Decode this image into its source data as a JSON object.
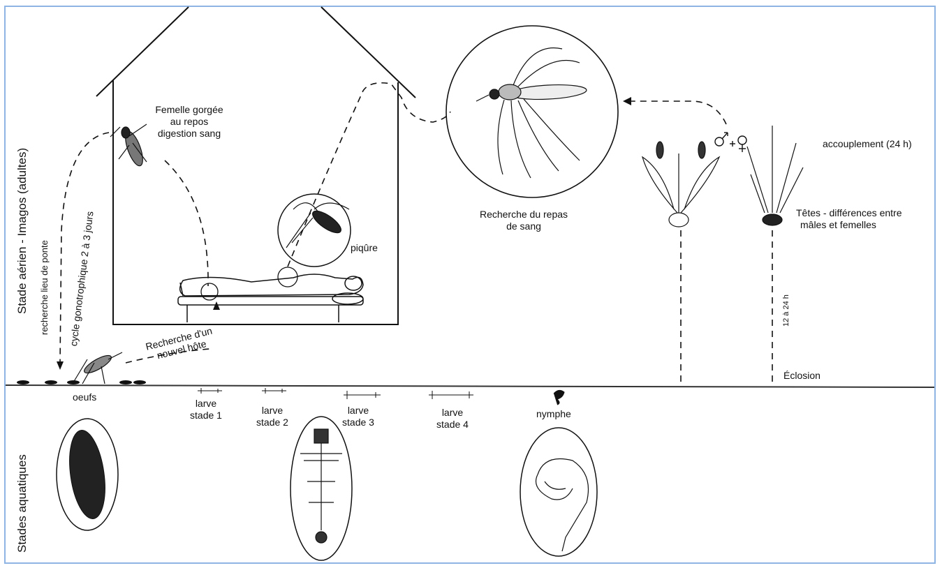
{
  "labels": {
    "air_stage": "Stade aérien - Imagos (adultes)",
    "aquatic_stage": "Stades aquatiques",
    "search_laying": "recherche lieu de ponte",
    "gono_cycle": "cycle gonotrophique  2 à 3 jours",
    "fed_female": [
      "Femelle gorgée",
      "au repos",
      "digestion sang"
    ],
    "bite": "piqûre",
    "new_host": [
      "Recherche d'un",
      "nouvel hôte"
    ],
    "blood_meal": [
      "Recherche du repas",
      "de sang"
    ],
    "mating": "accouplement (24 h)",
    "heads": [
      "Têtes - différences entre",
      "mâles et femelles"
    ],
    "duration": "12 à 24 h",
    "hatching": "Éclosion",
    "eggs": "oeufs",
    "larva1": [
      "larve",
      "stade 1"
    ],
    "larva2": [
      "larve",
      "stade 2"
    ],
    "larva3": [
      "larve",
      "stade 3"
    ],
    "larva4": [
      "larve",
      "stade 4"
    ],
    "pupa": "nymphe"
  },
  "colors": {
    "frame": "#8db4e2",
    "ink": "#111111"
  }
}
